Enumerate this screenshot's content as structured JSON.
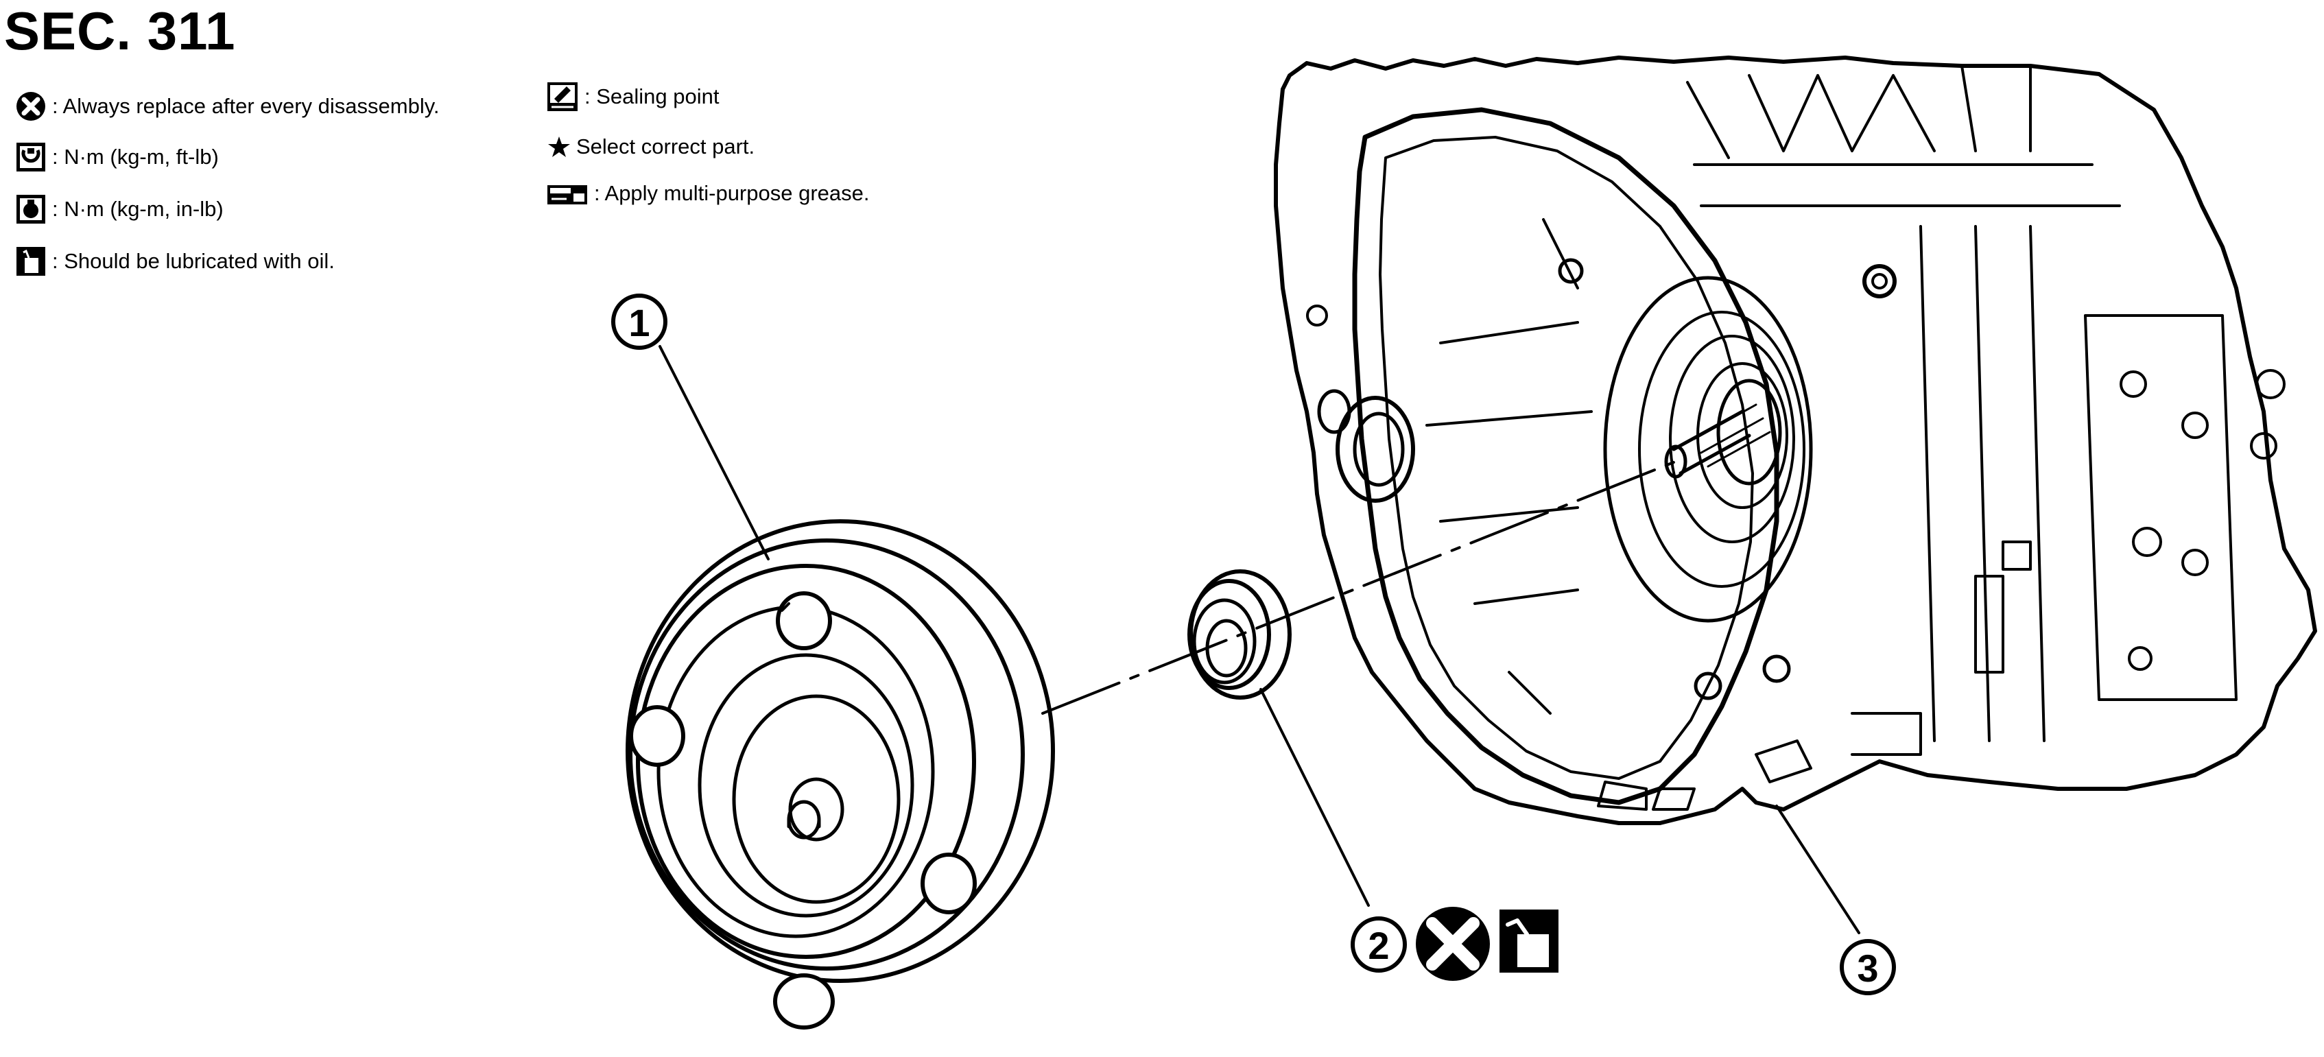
{
  "header": {
    "section": "SEC. 311"
  },
  "legend_left": [
    {
      "icon": "replace-icon",
      "text": ": Always replace after every disassembly."
    },
    {
      "icon": "torque-ftlb-icon",
      "text": ": N·m (kg-m, ft-lb)"
    },
    {
      "icon": "torque-inlb-icon",
      "text": ": N·m (kg-m, in-lb)"
    },
    {
      "icon": "oil-can-icon",
      "text": ": Should be lubricated with oil."
    }
  ],
  "legend_right": [
    {
      "icon": "sealing-icon",
      "text": ": Sealing point"
    },
    {
      "icon": "star-icon",
      "text": "Select correct part."
    },
    {
      "icon": "grease-icon",
      "text": ": Apply multi-purpose grease."
    }
  ],
  "callouts": [
    {
      "number": "1",
      "part": "torque-converter"
    },
    {
      "number": "2",
      "part": "oil-seal",
      "symbols": [
        "replace-icon",
        "oil-can-icon"
      ]
    },
    {
      "number": "3",
      "part": "transaxle-case"
    }
  ],
  "colors": {
    "line": "#000000",
    "background": "#ffffff"
  }
}
